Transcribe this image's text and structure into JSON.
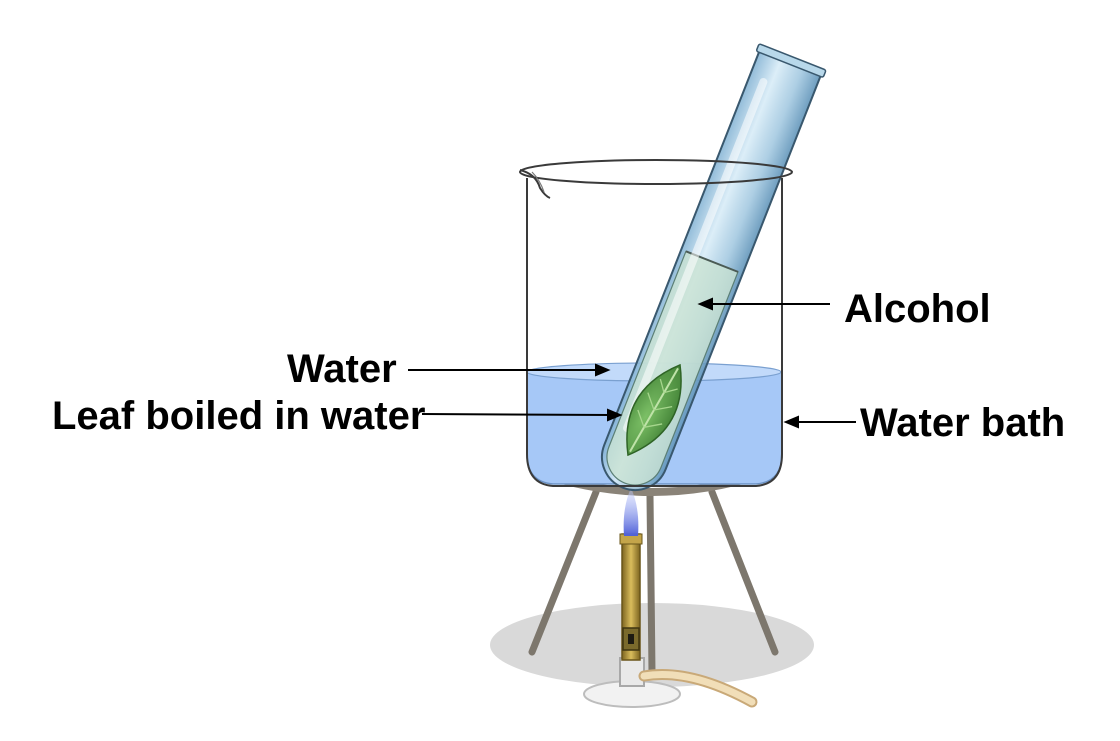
{
  "labels": {
    "alcohol": "Alcohol",
    "water": "Water",
    "leaf": "Leaf boiled in water",
    "water_bath": "Water bath"
  },
  "colors": {
    "water_fill": "#a6c8f7",
    "tube_glass": "#9fc6df",
    "alcohol_fill": "#c9e2d2",
    "leaf": "#5aa24a",
    "flame": "#6f7fe6",
    "tripod": "#7d776d",
    "shadow": "#d9d9d9",
    "burner_tube": "#b59a3c",
    "hose": "#e8cfa5"
  },
  "icons": [
    "beaker-icon",
    "test-tube-icon",
    "leaf-icon",
    "tripod-icon",
    "bunsen-burner-icon",
    "flame-icon"
  ]
}
